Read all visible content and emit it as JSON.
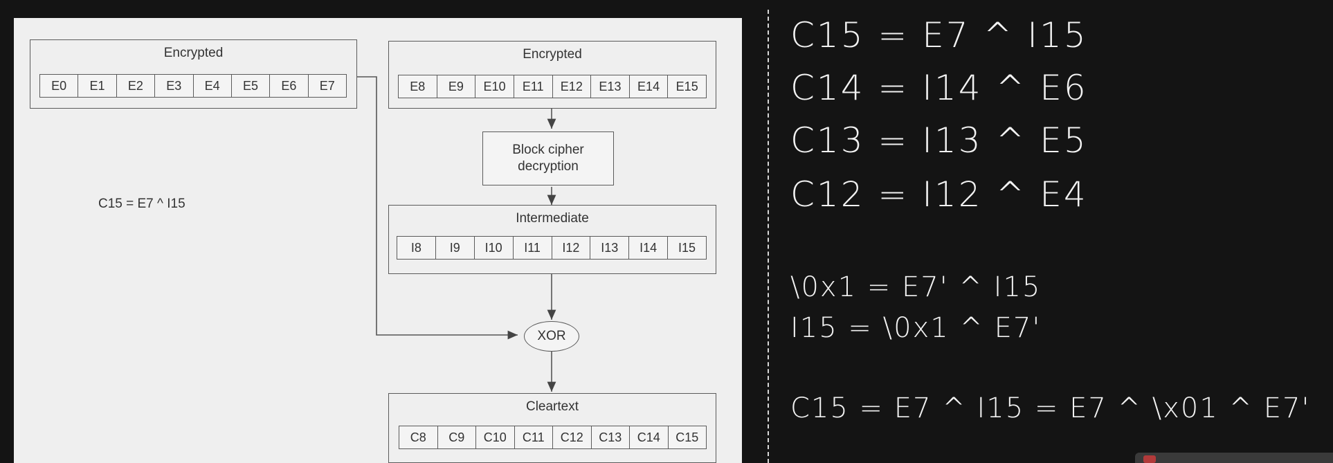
{
  "diagram": {
    "left_block": {
      "title": "Encrypted",
      "cells": [
        "E0",
        "E1",
        "E2",
        "E3",
        "E4",
        "E5",
        "E6",
        "E7"
      ]
    },
    "right_block": {
      "title": "Encrypted",
      "cells": [
        "E8",
        "E9",
        "E10",
        "E11",
        "E12",
        "E13",
        "E14",
        "E15"
      ]
    },
    "cipher_box": {
      "line1": "Block cipher",
      "line2": "decryption"
    },
    "intermediate_block": {
      "title": "Intermediate",
      "cells": [
        "I8",
        "I9",
        "I10",
        "I11",
        "I12",
        "I13",
        "I14",
        "I15"
      ]
    },
    "xor_label": "XOR",
    "cleartext_block": {
      "title": "Cleartext",
      "cells": [
        "C8",
        "C9",
        "C10",
        "C11",
        "C12",
        "C13",
        "C14",
        "C15"
      ]
    },
    "panel_formula": "C15 = E7 ^ I15"
  },
  "notes": {
    "lines": [
      "C15 = E7 ^ I15",
      "C14 = I14 ^ E6",
      "C13 = I13 ^ E5",
      "C12 = I12 ^ E4"
    ],
    "derivation": [
      "\\0x1 = E7' ^ I15",
      "I15 = \\0x1 ^ E7'"
    ],
    "final": "C15 = E7 ^ I15 = E7 ^ \\x01 ^ E7'"
  }
}
